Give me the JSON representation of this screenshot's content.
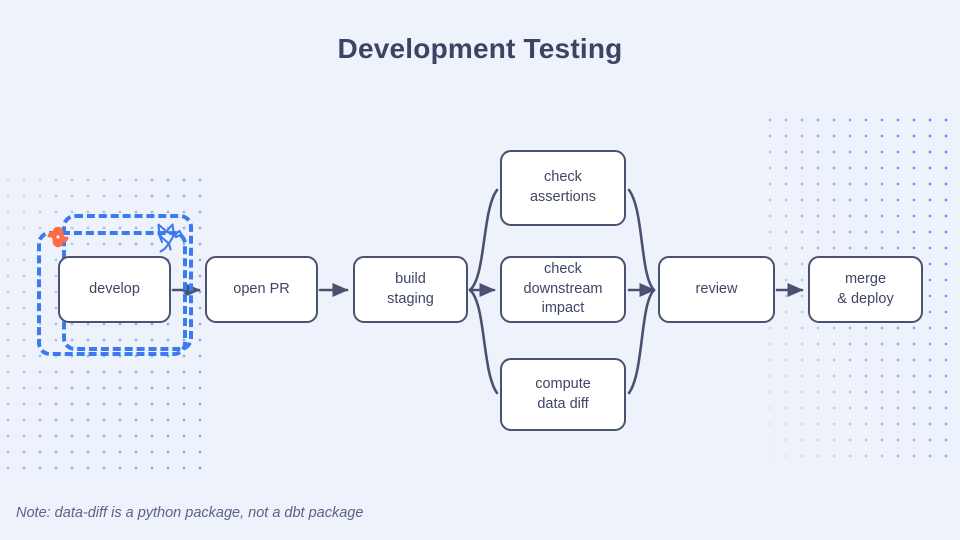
{
  "page": {
    "title": "Development Testing",
    "background_color": "#eef2fb",
    "title_color": "#3c4363",
    "note": "Note: data-diff is a python package, not a dbt package"
  },
  "theme": {
    "node_border_color": "#4b5171",
    "node_fill_color": "#ffffff",
    "node_text_color": "#3f4565",
    "connector_color": "#4b5171",
    "highlight_dashed_color": "#3b7af0",
    "dot_pattern_color": "#3b6ff0",
    "dbt_icon_color": "#fc6c46",
    "datafold_icon_color": "#3b7af0",
    "note_color": "#5c6382"
  },
  "diagram": {
    "type": "flowchart",
    "nodes": [
      {
        "id": "develop",
        "label": "develop"
      },
      {
        "id": "open-pr",
        "label": "open PR"
      },
      {
        "id": "build",
        "label": "build\nstaging"
      },
      {
        "id": "assertions",
        "label": "check\nassertions"
      },
      {
        "id": "downstream",
        "label": "check\ndownstream\nimpact"
      },
      {
        "id": "data-diff",
        "label": "compute\ndata diff"
      },
      {
        "id": "review",
        "label": "review"
      },
      {
        "id": "merge",
        "label": "merge\n& deploy"
      }
    ],
    "edges": [
      {
        "from": "develop",
        "to": "open-pr"
      },
      {
        "from": "open-pr",
        "to": "build"
      },
      {
        "from": "build",
        "to": "assertions"
      },
      {
        "from": "build",
        "to": "downstream"
      },
      {
        "from": "build",
        "to": "data-diff"
      },
      {
        "from": "assertions",
        "to": "review"
      },
      {
        "from": "downstream",
        "to": "review"
      },
      {
        "from": "data-diff",
        "to": "review"
      },
      {
        "from": "review",
        "to": "merge"
      }
    ],
    "highlight": {
      "target_node": "develop",
      "style": "dashed",
      "rect_count": 2
    },
    "icons": [
      {
        "name": "dbt-icon",
        "anchor": "develop",
        "position": "top-left"
      },
      {
        "name": "datafold-origami-bird-icon",
        "anchor": "develop",
        "position": "top-right"
      }
    ]
  }
}
